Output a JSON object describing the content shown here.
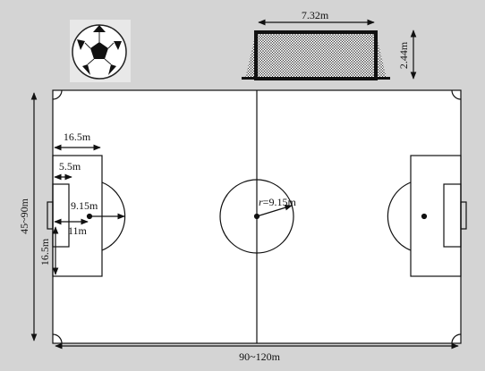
{
  "labels": {
    "goal_width": "7.32m",
    "goal_height": "2.44m",
    "penalty_area_depth": "16.5m",
    "goal_area_depth": "5.5m",
    "penalty_arc_radius": "9.15m",
    "penalty_spot_distance": "11m",
    "penalty_area_side": "16.5m",
    "field_width": "45~90m",
    "center_circle_radius_prefix": "r",
    "center_circle_radius_value": "=9.15m",
    "field_length": "90~120m"
  },
  "icons": {
    "ball": "soccer-ball-icon",
    "goal": "goal-net-icon"
  },
  "colors": {
    "background": "#d4d4d4",
    "field": "#ffffff",
    "lines": "#111111"
  }
}
